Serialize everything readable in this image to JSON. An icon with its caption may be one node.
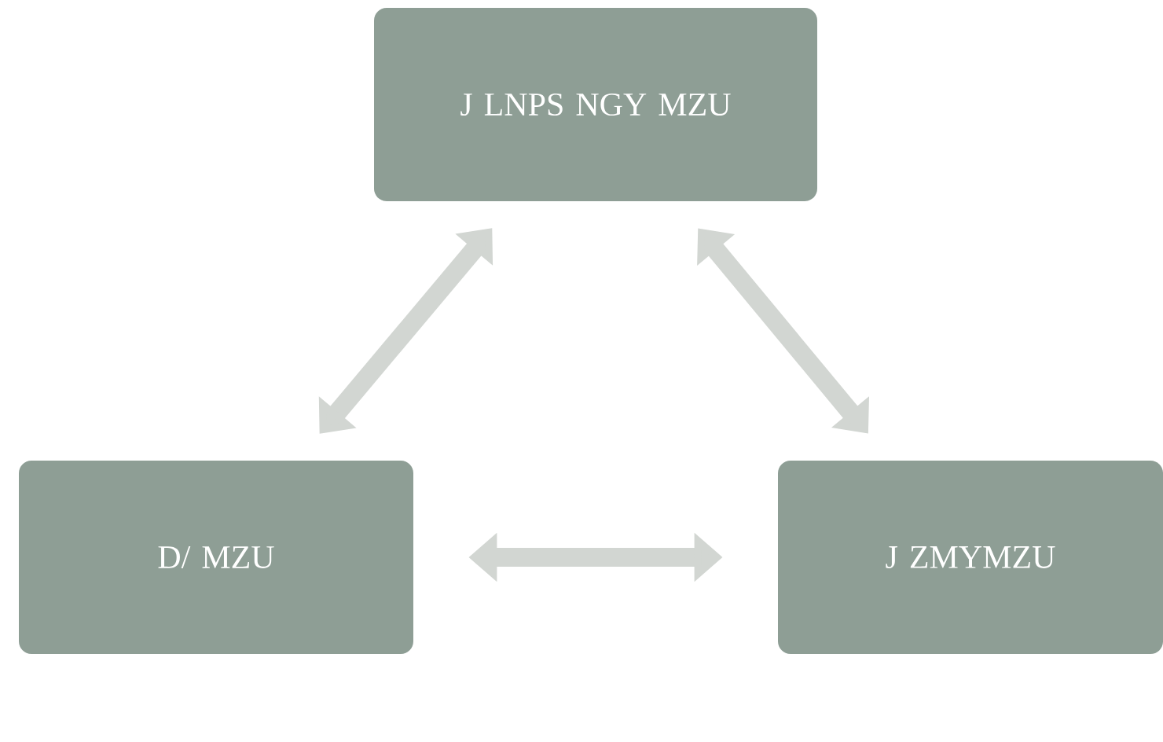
{
  "diagram": {
    "nodes": [
      {
        "text": [
          "J LNPS NGY MZU"
        ]
      },
      {
        "text": [
          "D/ MZU"
        ]
      },
      {
        "text": [
          "J ZMYMZU"
        ]
      }
    ],
    "edges": [
      {
        "from": 0,
        "to": 1,
        "arrow": "both"
      },
      {
        "from": 0,
        "to": 2,
        "arrow": "both"
      },
      {
        "from": 1,
        "to": 2,
        "arrow": "both"
      }
    ]
  }
}
